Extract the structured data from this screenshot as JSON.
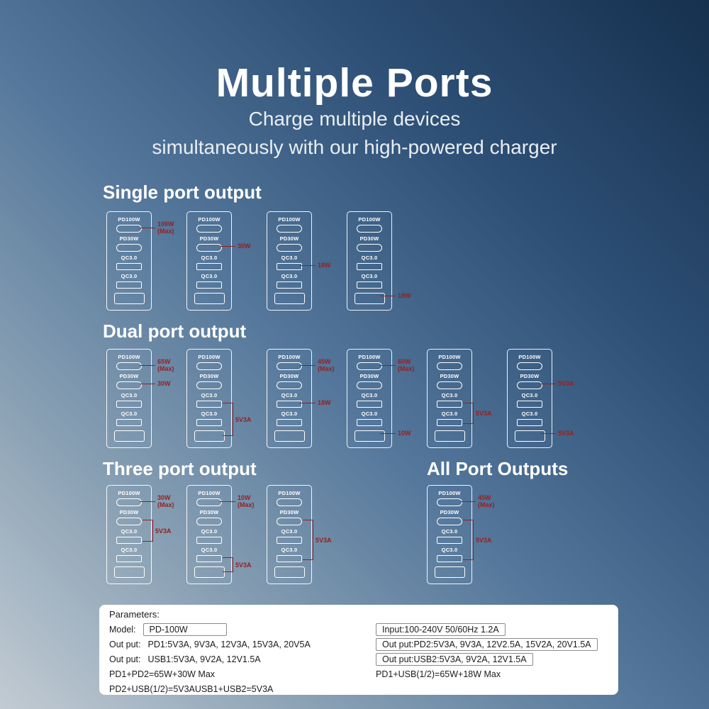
{
  "header": {
    "title": "Multiple Ports",
    "subtitle1": "Charge multiple devices",
    "subtitle2": "simultaneously with our high-powered charger"
  },
  "sections": {
    "single": {
      "heading": "Single port output"
    },
    "dual": {
      "heading": "Dual port output"
    },
    "three": {
      "heading": "Three port output"
    },
    "all": {
      "heading": "All Port Outputs"
    }
  },
  "port_labels": {
    "pd100w": "PD100W",
    "pd30w": "PD30W",
    "qc30": "QC3.0"
  },
  "chargers": [
    {
      "row": "single",
      "slot": 0,
      "callouts": [
        {
          "port": 0,
          "lines": [
            "100W",
            "(Max)"
          ]
        }
      ]
    },
    {
      "row": "single",
      "slot": 1,
      "callouts": [
        {
          "port": 1,
          "lines": [
            "30W"
          ]
        }
      ]
    },
    {
      "row": "single",
      "slot": 2,
      "callouts": [
        {
          "port": 2,
          "lines": [
            "18W"
          ]
        }
      ]
    },
    {
      "row": "single",
      "slot": 3,
      "callouts": [
        {
          "port": 4,
          "lines": [
            "18W"
          ]
        }
      ]
    },
    {
      "row": "dual",
      "slot": 0,
      "callouts": [
        {
          "port": 0,
          "lines": [
            "65W",
            "(Max)"
          ]
        },
        {
          "port": 1,
          "lines": [
            "30W"
          ]
        }
      ]
    },
    {
      "row": "dual",
      "slot": 1,
      "callouts": [
        {
          "bracket": [
            2,
            4
          ],
          "lines": [
            "5V3A"
          ]
        }
      ]
    },
    {
      "row": "dual",
      "slot": 2,
      "callouts": [
        {
          "port": 0,
          "lines": [
            "45W",
            "(Max)"
          ]
        },
        {
          "port": 2,
          "lines": [
            "18W"
          ]
        }
      ]
    },
    {
      "row": "dual",
      "slot": 3,
      "callouts": [
        {
          "port": 0,
          "lines": [
            "60W",
            "(Max)"
          ]
        },
        {
          "port": 4,
          "lines": [
            "10W"
          ]
        }
      ]
    },
    {
      "row": "dual",
      "slot": 4,
      "callouts": [
        {
          "bracket": [
            2,
            3
          ],
          "lines": [
            "5V3A"
          ]
        }
      ]
    },
    {
      "row": "dual",
      "slot": 5,
      "callouts": [
        {
          "port": 1,
          "lines": [
            "5V3A"
          ]
        },
        {
          "port": 4,
          "lines": [
            "5V3A"
          ]
        }
      ]
    },
    {
      "row": "three_all",
      "slot": 0,
      "callouts": [
        {
          "port": 0,
          "lines": [
            "30W",
            "(Max)"
          ]
        },
        {
          "bracket": [
            1,
            2
          ],
          "lines": [
            "5V3A"
          ]
        }
      ]
    },
    {
      "row": "three_all",
      "slot": 1,
      "callouts": [
        {
          "port": 0,
          "lines": [
            "10W",
            "(Max)"
          ]
        },
        {
          "bracket": [
            3,
            4
          ],
          "lines": [
            "5V3A"
          ]
        }
      ]
    },
    {
      "row": "three_all",
      "slot": 2,
      "callouts": [
        {
          "bracket": [
            1,
            3
          ],
          "lines": [
            "5V3A"
          ]
        }
      ]
    },
    {
      "row": "three_all",
      "slot": 4,
      "callouts": [
        {
          "port": 0,
          "lines": [
            "45W",
            "(Max)"
          ]
        },
        {
          "bracket": [
            1,
            3
          ],
          "lines": [
            "5V3A"
          ]
        }
      ]
    }
  ],
  "params": {
    "title": "Parameters:",
    "left": [
      {
        "label": "Model:",
        "value": "PD-100W",
        "boxed": true
      },
      {
        "label": "Out put:",
        "value": "PD1:5V3A, 9V3A, 12V3A, 15V3A, 20V5A",
        "boxed": false
      },
      {
        "label": "Out put:",
        "value": "USB1:5V3A, 9V2A, 12V1.5A",
        "boxed": false
      },
      {
        "label": "",
        "value": "PD1+PD2=65W+30W Max",
        "boxed": false
      },
      {
        "label": "",
        "value": "PD2+USB(1/2)=5V3AUSB1+USB2=5V3A",
        "boxed": false
      }
    ],
    "right": [
      {
        "label": "",
        "value": "Input:100-240V 50/60Hz 1.2A",
        "boxed": true
      },
      {
        "label": "",
        "value": "Out put:PD2:5V3A, 9V3A, 12V2.5A, 15V2A, 20V1.5A",
        "boxed": true
      },
      {
        "label": "",
        "value": "Out put:USB2:5V3A, 9V2A, 12V1.5A",
        "boxed": true
      },
      {
        "label": "",
        "value": "PD1+USB(1/2)=65W+18W Max",
        "boxed": false
      }
    ]
  },
  "colors": {
    "callout_red": "#962020",
    "background_top": "#16304e",
    "background_bottom": "#c2cbd3",
    "panel_bg": "#ffffff",
    "text_light": "#ffffff"
  }
}
